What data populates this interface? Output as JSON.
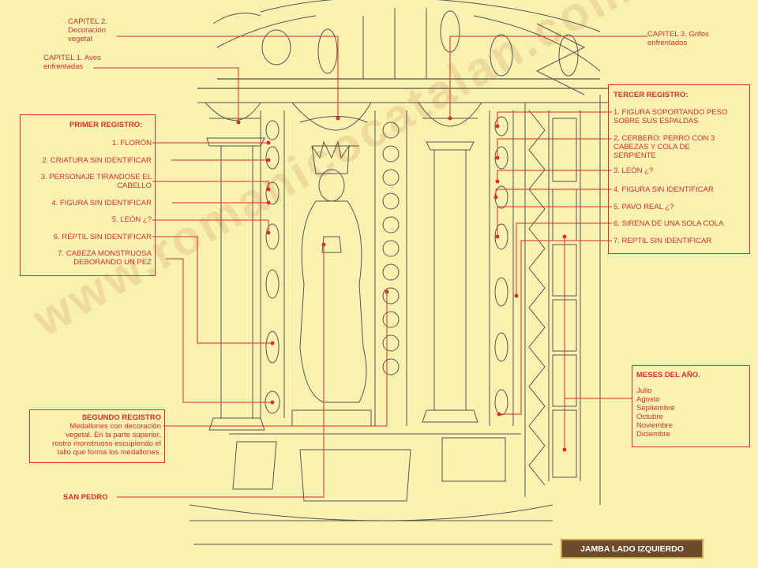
{
  "watermark": "www.romanicocatalan.com",
  "capitel2": [
    "CAPITEL 2.",
    "Decoración",
    "vegetal"
  ],
  "capitel1": [
    "CAPITEL 1. Aves",
    "enfrentadas"
  ],
  "capitel3": [
    "CAPITEL 3. Grifos",
    "enfrentados"
  ],
  "primer": {
    "title": "PRIMER REGISTRO:",
    "items": [
      "1. FLORÓN",
      "2. CRIATURA SIN IDENTIFICAR",
      "3. PERSONAJE TIRANDOSE EL",
      "CABELLO",
      "4. FIGURA SIN IDENTIFICAR",
      "5. LEÓN ¿?",
      "6. RÉPTIL SIN IDENTIFICAR",
      "7. CABEZA MONSTRUOSA",
      "DEBORANDO UN PEZ"
    ]
  },
  "tercer": {
    "title": "TERCER REGISTRO:",
    "items": [
      "1. FIGURA SOPORTANDO PESO",
      "SOBRE SUS ESPALDAS",
      "2. CERBERO: PERRO CON 3",
      "CABEZAS Y COLA DE",
      "SERPIENTE",
      "3. LEÓN ¿?",
      "4. FIGURA SIN IDENTIFICAR",
      "5. PAVO REAL ¿?",
      "6. SIRENA DE UNA SOLA COLA",
      "7. REPTIL SIN IDENTIFICAR"
    ]
  },
  "segundo": {
    "title": "SEGUNDO REGISTRO",
    "lines": [
      "Medallones con decoración",
      "vegetal. En la parte superior,",
      "rostro monstruoso escupiendo el",
      "tallo que forma los medallones."
    ]
  },
  "meses": {
    "title": "MESES DEL AÑO.",
    "items": [
      "Julio",
      "Agosto",
      "Septiembre",
      "Octubre",
      "Noviembre",
      "Diciembre"
    ]
  },
  "san_pedro": "SAN PEDRO",
  "footer": "JAMBA LADO IZQUIERDO",
  "colors": {
    "background": "#f8f1b0",
    "accent": "#d8302c",
    "line": "#555555",
    "footer_bg": "#6d4a2c"
  }
}
